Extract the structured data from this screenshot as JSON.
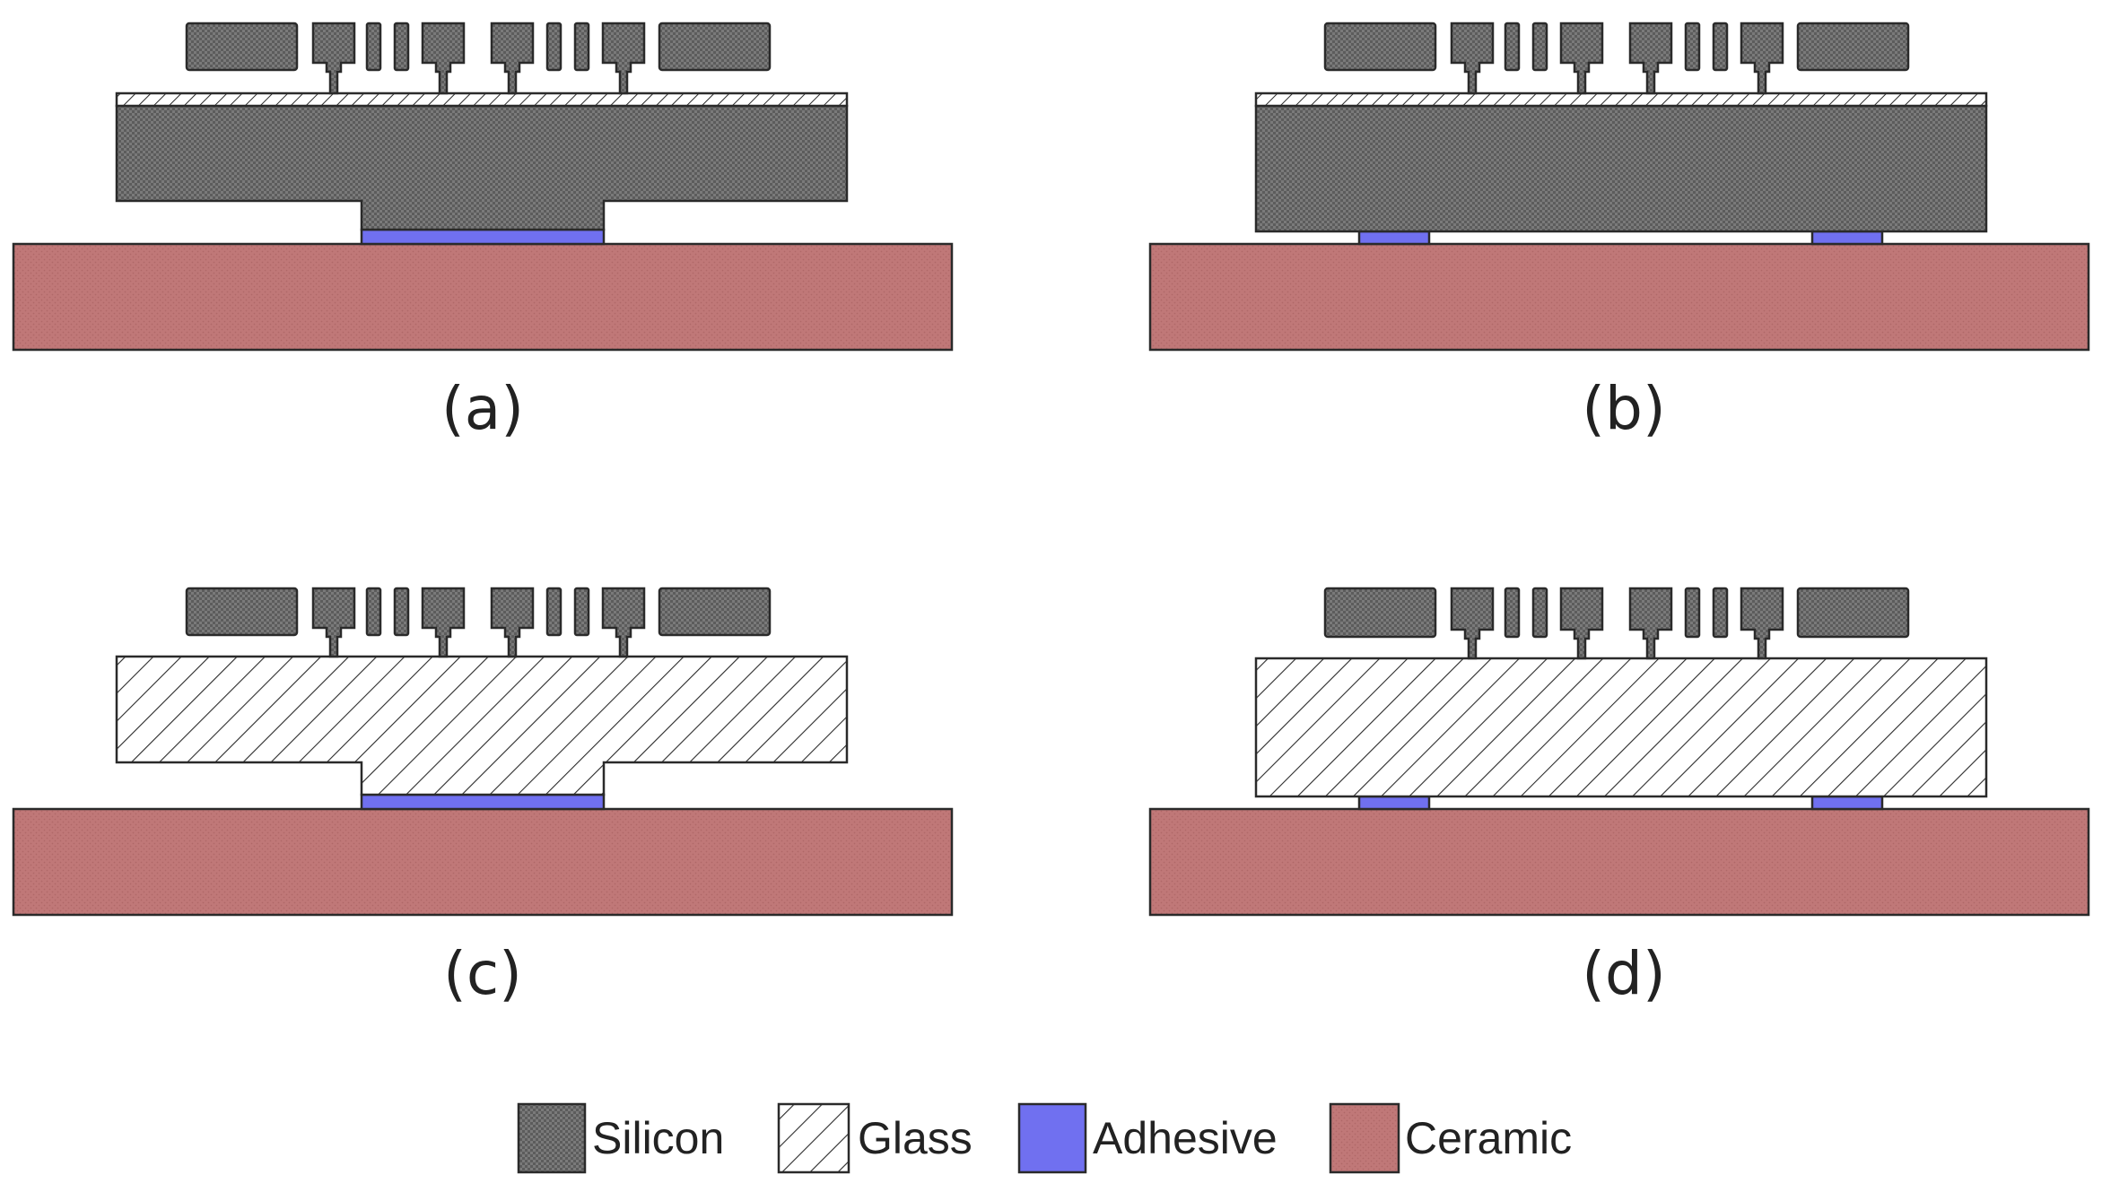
{
  "panels": [
    {
      "id": "a",
      "caption": "(a)",
      "substrate": "Silicon",
      "mount": "pedestal",
      "has_cap_layer": true
    },
    {
      "id": "b",
      "caption": "(b)",
      "substrate": "Silicon",
      "mount": "pads",
      "has_cap_layer": true
    },
    {
      "id": "c",
      "caption": "(c)",
      "substrate": "Glass",
      "mount": "pedestal",
      "has_cap_layer": false
    },
    {
      "id": "d",
      "caption": "(d)",
      "substrate": "Glass",
      "mount": "pads",
      "has_cap_layer": false
    }
  ],
  "legend": {
    "items": [
      {
        "key": "silicon",
        "label": "Silicon"
      },
      {
        "key": "glass",
        "label": "Glass"
      },
      {
        "key": "adhesive",
        "label": "Adhesive"
      },
      {
        "key": "ceramic",
        "label": "Ceramic"
      }
    ]
  },
  "colors": {
    "silicon_fill": "#7a7a7a",
    "silicon_dot": "#5c5c5c",
    "glass_fill": "#ffffff",
    "glass_hatch": "#2a2a2a",
    "adhesive_fill": "#7070f0",
    "ceramic_fill": "#c07878",
    "ceramic_dot": "#b06868",
    "outline": "#2a2a2a"
  }
}
